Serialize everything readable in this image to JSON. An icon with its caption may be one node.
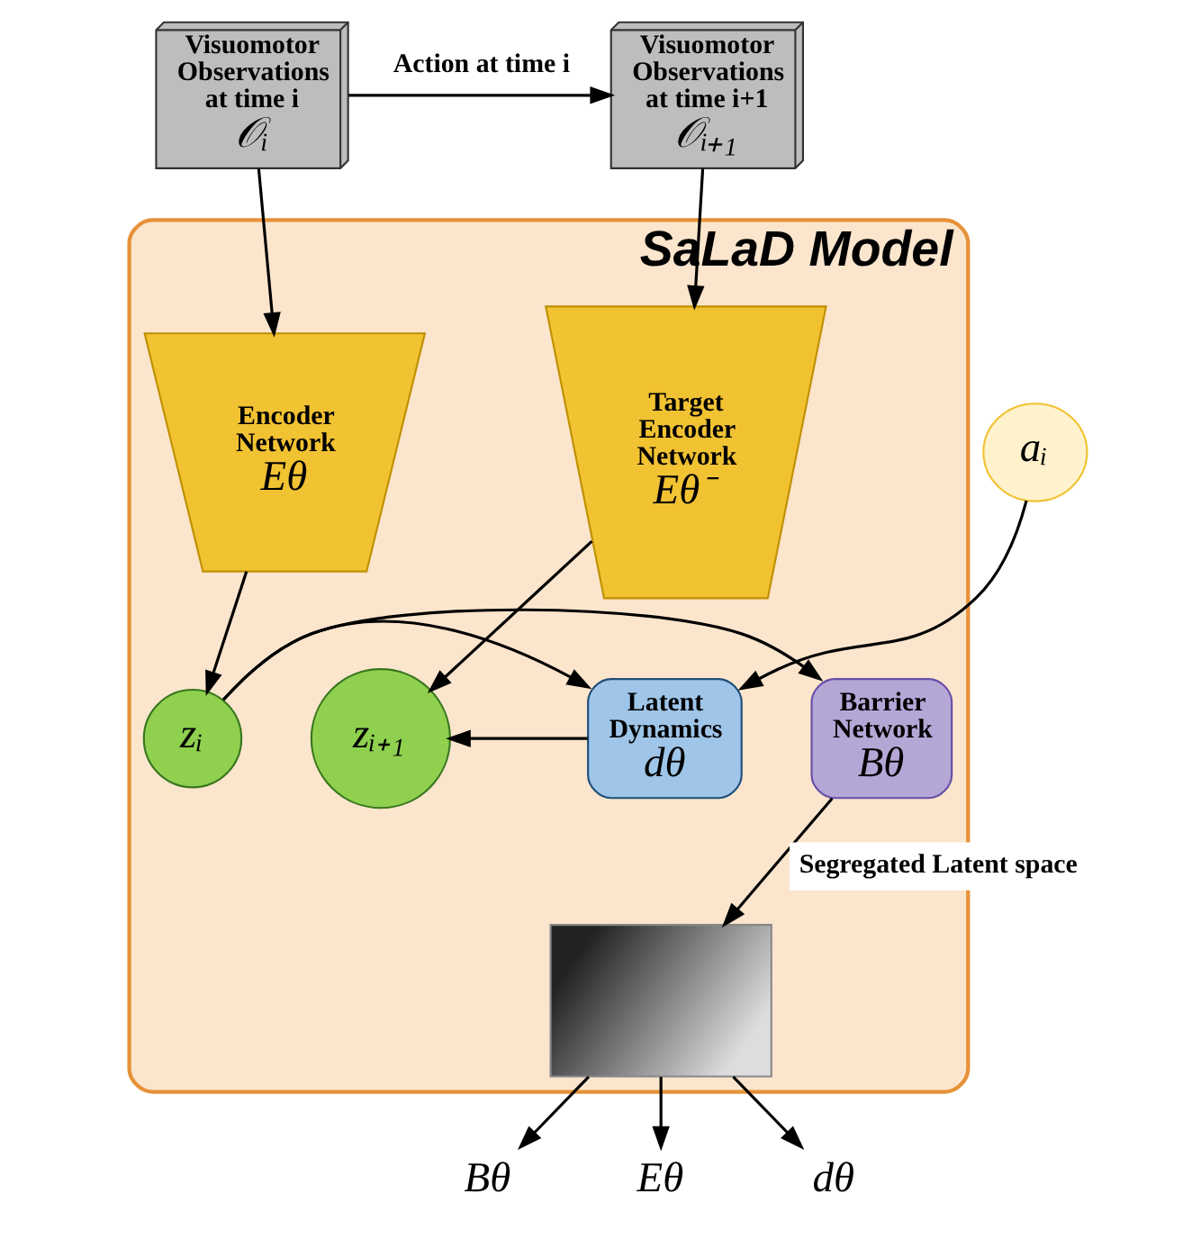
{
  "diagram": {
    "nodes": [
      {
        "text": [
          "Visuomotor Observations at time i",
          "𝒪ᵢ"
        ]
      },
      {
        "text": [
          "aᵢ"
        ]
      },
      {
        "text": [
          "Visuomotor Observations at time i+1",
          "𝒪ᵢ₊₁"
        ]
      },
      {
        "text": [
          "SaLaD Model"
        ]
      },
      {
        "text": [
          "Encoder Network",
          "Eθ"
        ],
        "in": 3
      },
      {
        "text": [
          "Target Encoder Network",
          "Eθ⁻"
        ],
        "in": 3
      },
      {
        "text": [
          "Barrier Network",
          "Bθ"
        ],
        "in": 3
      },
      {
        "text": [
          "zᵢ"
        ],
        "in": 3
      },
      {
        "text": [
          "Latent Dynamics",
          "dθ"
        ],
        "in": 3
      },
      {
        "text": [
          "zᵢ₊₁"
        ],
        "in": 3
      },
      {
        "text": [],
        "shape": "picture",
        "in": 3
      },
      {
        "text": [
          "Bθ"
        ]
      },
      {
        "text": [
          "Eθ"
        ]
      },
      {
        "text": [
          "dθ"
        ]
      }
    ],
    "edges": [
      {
        "from": 0,
        "to": 2,
        "arrow": "to",
        "label": "Action at time i"
      },
      {
        "from": 1,
        "to": 8,
        "arrow": "to"
      },
      {
        "from": 0,
        "to": 4,
        "arrow": "to"
      },
      {
        "from": 2,
        "to": 5,
        "arrow": "to"
      },
      {
        "from": 4,
        "to": 7,
        "arrow": "to"
      },
      {
        "from": 5,
        "to": 9,
        "arrow": "to"
      },
      {
        "from": 7,
        "to": 6,
        "arrow": "to"
      },
      {
        "from": 7,
        "to": 8,
        "arrow": "to"
      },
      {
        "from": 8,
        "to": 9,
        "arrow": "to"
      },
      {
        "from": 6,
        "to": 10,
        "arrow": "to",
        "label": "Segregated Latent space"
      },
      {
        "from": 10,
        "to": 11,
        "arrow": "to"
      },
      {
        "from": 10,
        "to": 12,
        "arrow": "to"
      },
      {
        "from": 10,
        "to": 13,
        "arrow": "to"
      }
    ]
  }
}
